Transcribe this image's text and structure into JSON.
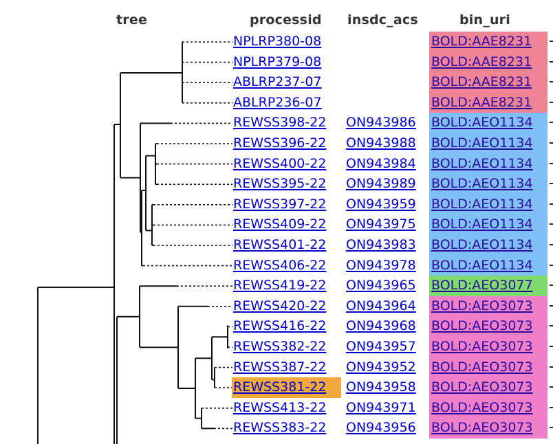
{
  "headers": {
    "tree": "tree",
    "processid": "processid",
    "insdc_acs": "insdc_acs",
    "bin_uri": "bin_uri"
  },
  "bin_colors": {
    "BOLD:AAE8231": "#ef8496",
    "BOLD:AEO1134": "#80c0f4",
    "BOLD:AEO3077": "#7fdb6c",
    "BOLD:AEO3073": "#ef80c8"
  },
  "highlight_color": "#f2a93b",
  "link_color": "#0000cc",
  "rows": [
    {
      "processid": "NPLRP380-08",
      "insdc_acs": "",
      "bin_uri": "BOLD:AAE8231",
      "highlighted": false
    },
    {
      "processid": "NPLRP379-08",
      "insdc_acs": "",
      "bin_uri": "BOLD:AAE8231",
      "highlighted": false
    },
    {
      "processid": "ABLRP237-07",
      "insdc_acs": "",
      "bin_uri": "BOLD:AAE8231",
      "highlighted": false
    },
    {
      "processid": "ABLRP236-07",
      "insdc_acs": "",
      "bin_uri": "BOLD:AAE8231",
      "highlighted": false
    },
    {
      "processid": "REWSS398-22",
      "insdc_acs": "ON943986",
      "bin_uri": "BOLD:AEO1134",
      "highlighted": false
    },
    {
      "processid": "REWSS396-22",
      "insdc_acs": "ON943988",
      "bin_uri": "BOLD:AEO1134",
      "highlighted": false
    },
    {
      "processid": "REWSS400-22",
      "insdc_acs": "ON943984",
      "bin_uri": "BOLD:AEO1134",
      "highlighted": false
    },
    {
      "processid": "REWSS395-22",
      "insdc_acs": "ON943989",
      "bin_uri": "BOLD:AEO1134",
      "highlighted": false
    },
    {
      "processid": "REWSS397-22",
      "insdc_acs": "ON943959",
      "bin_uri": "BOLD:AEO1134",
      "highlighted": false
    },
    {
      "processid": "REWSS409-22",
      "insdc_acs": "ON943975",
      "bin_uri": "BOLD:AEO1134",
      "highlighted": false
    },
    {
      "processid": "REWSS401-22",
      "insdc_acs": "ON943983",
      "bin_uri": "BOLD:AEO1134",
      "highlighted": false
    },
    {
      "processid": "REWSS406-22",
      "insdc_acs": "ON943978",
      "bin_uri": "BOLD:AEO1134",
      "highlighted": false
    },
    {
      "processid": "REWSS419-22",
      "insdc_acs": "ON943965",
      "bin_uri": "BOLD:AEO3077",
      "highlighted": false
    },
    {
      "processid": "REWSS420-22",
      "insdc_acs": "ON943964",
      "bin_uri": "BOLD:AEO3073",
      "highlighted": false
    },
    {
      "processid": "REWSS416-22",
      "insdc_acs": "ON943968",
      "bin_uri": "BOLD:AEO3073",
      "highlighted": false
    },
    {
      "processid": "REWSS382-22",
      "insdc_acs": "ON943957",
      "bin_uri": "BOLD:AEO3073",
      "highlighted": false
    },
    {
      "processid": "REWSS387-22",
      "insdc_acs": "ON943952",
      "bin_uri": "BOLD:AEO3073",
      "highlighted": false
    },
    {
      "processid": "REWSS381-22",
      "insdc_acs": "ON943958",
      "bin_uri": "BOLD:AEO3073",
      "highlighted": true
    },
    {
      "processid": "REWSS413-22",
      "insdc_acs": "ON943971",
      "bin_uri": "BOLD:AEO3073",
      "highlighted": false
    },
    {
      "processid": "REWSS383-22",
      "insdc_acs": "ON943956",
      "bin_uri": "BOLD:AEO3073",
      "highlighted": false
    }
  ]
}
